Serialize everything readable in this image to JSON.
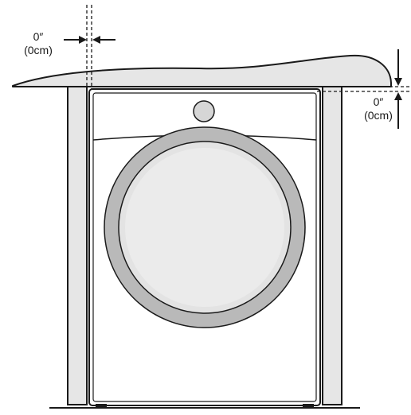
{
  "diagram": {
    "clearance_side": {
      "value_in": "0″",
      "value_cm": "(0cm)"
    },
    "clearance_top": {
      "value_in": "0″",
      "value_cm": "(0cm)"
    },
    "colors": {
      "outline": "#1a1a1a",
      "cabinet_fill": "#e6e6e6",
      "door_ring": "#b9b9b9",
      "door_glass": "#e3e3e3",
      "door_glass_inner": "#ebebeb",
      "knob": "#d6d6d6",
      "machine_body": "#ffffff"
    }
  }
}
